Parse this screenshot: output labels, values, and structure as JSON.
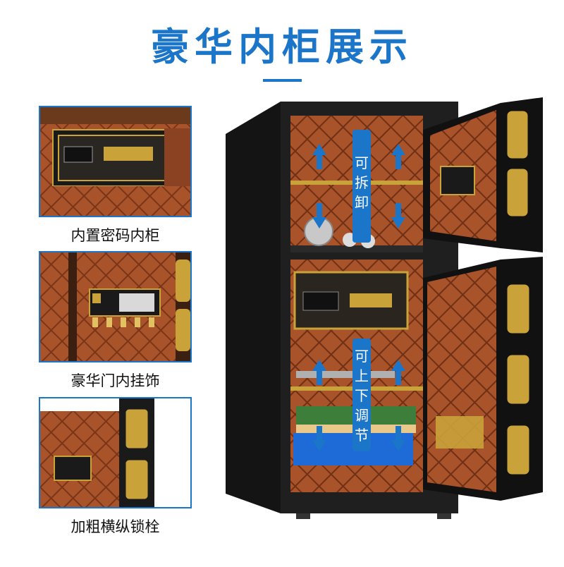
{
  "page": {
    "title": "豪华内柜展示"
  },
  "thumbnails": [
    {
      "caption": "内置密码内柜"
    },
    {
      "caption": "豪华门内挂饰"
    },
    {
      "caption": "加粗横纵锁栓"
    }
  ],
  "safe_labels": {
    "top": [
      "可",
      "拆",
      "卸"
    ],
    "bottom": [
      "可",
      "上",
      "下",
      "调",
      "节"
    ]
  },
  "colors": {
    "accent": "#1b75c9",
    "leather": "#a9532a",
    "gold": "#c9a23a",
    "body": "#1a1a1a"
  }
}
